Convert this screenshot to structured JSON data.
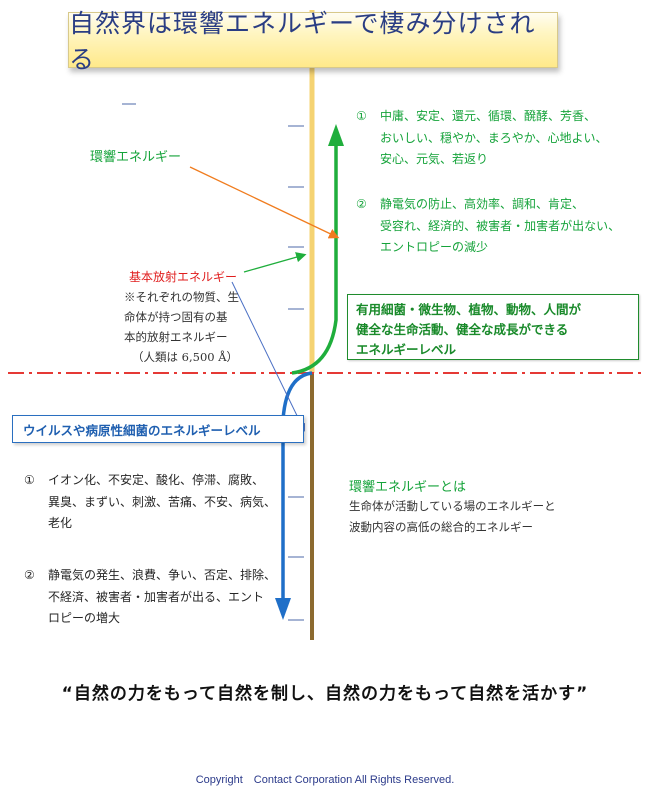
{
  "title": "自然界は環響エネルギーで棲み分けされる",
  "labels": {
    "environment_energy": "環響エネルギー",
    "basic_radiation_energy": "基本放射エネルギー",
    "basic_note_lines": [
      "※それぞれの物質、生",
      "命体が持つ固有の基",
      "本的放射エネルギー"
    ],
    "basic_note_person": "（人類は 6,500 Å）"
  },
  "upper_list": [
    {
      "num": "①",
      "lines": [
        "中庸、安定、還元、循環、醗酵、芳香、",
        "おいしい、穏やか、まろやか、心地よい、",
        "安心、元気、若返り"
      ]
    },
    {
      "num": "②",
      "lines": [
        "静電気の防止、高効率、調和、肯定、",
        "受容れ、経済的、被害者・加害者が出ない、",
        "エントロピーの減少"
      ]
    }
  ],
  "green_box_lines": [
    "有用細菌・微生物、植物、動物、人間が",
    "健全な生命活動、健全な成長ができる",
    "エネルギーレベル"
  ],
  "blue_box_label": "ウイルスや病原性細菌のエネルギーレベル",
  "lower_list": [
    {
      "num": "①",
      "lines": [
        "イオン化、不安定、酸化、停滞、腐敗、",
        "異臭、まずい、刺激、苦痛、不安、病気、",
        "老化"
      ]
    },
    {
      "num": "②",
      "lines": [
        "静電気の発生、浪費、争い、否定、排除、",
        "不経済、被害者・加害者が出る、エント",
        "ロピーの増大"
      ]
    }
  ],
  "definition": {
    "title": "環響エネルギーとは",
    "lines": [
      "生命体が活動している場のエネルギーと",
      "波動内容の高低の総合的エネルギー"
    ]
  },
  "quote": "“自然の力をもって自然を制し、自然の力をもって自然を活かす”",
  "footer": "Copyright　Contact Corporation All Rights Reserved.",
  "colors": {
    "upper_axis": "#f5d372",
    "lower_axis": "#8c6a2f",
    "threshold_line": "#e53935",
    "green_arrow": "#1fae3c",
    "blue_arrow": "#1f6fc8",
    "orange_arrow": "#f07c1e",
    "thin_blue_arrow": "#4a6fc4",
    "tick": "#6a82b8"
  }
}
